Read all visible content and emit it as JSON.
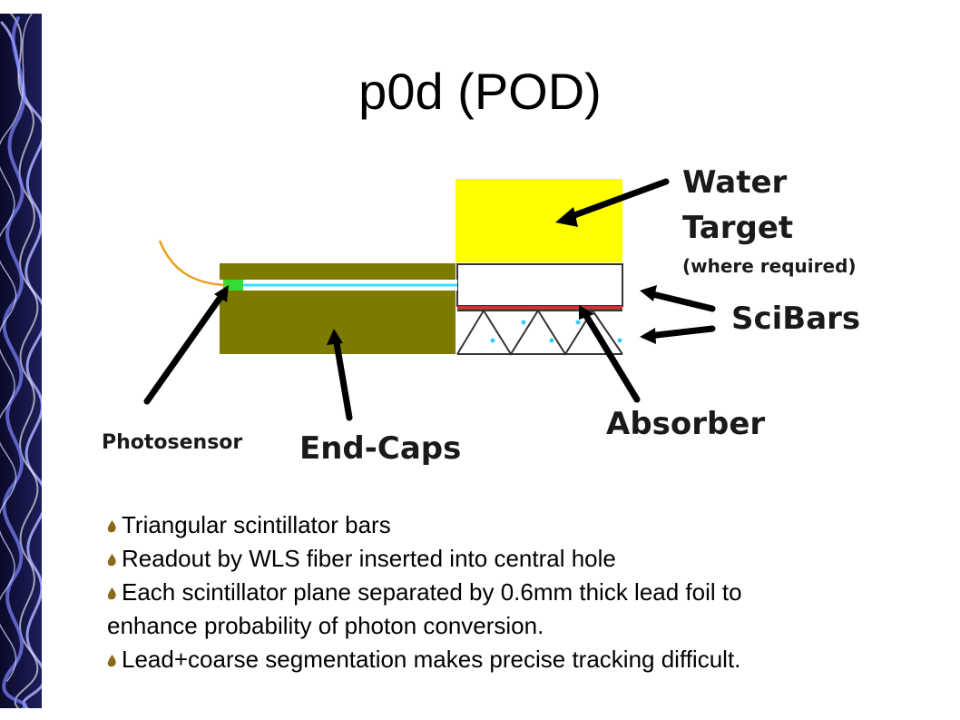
{
  "slide": {
    "title": "p0d (POD)"
  },
  "diagram": {
    "labels": {
      "water_target": "Water",
      "water_target_2": "Target",
      "where_required": "(where required)",
      "scibars": "SciBars",
      "absorber": "Absorber",
      "photosensor": "Photosensor",
      "end_caps": "End-Caps"
    },
    "colors": {
      "water": "#ffff00",
      "end_cap": "#7d7a00",
      "fiber": "#33ddff",
      "photosensor": "#33dd33",
      "lead": "#cc3333",
      "dots": "#33ccff",
      "cable": "#e8a020"
    }
  },
  "bullets": [
    "Triangular scintillator bars",
    "Readout by WLS fiber inserted into central hole",
    "Each scintillator plane separated  by 0.6mm thick lead foil to",
    "enhance probability of photon conversion.",
    "Lead+coarse segmentation  makes precise tracking difficult."
  ],
  "sidebar": {
    "icon": "decorative-wave-pattern",
    "color": "#1a1a55"
  }
}
